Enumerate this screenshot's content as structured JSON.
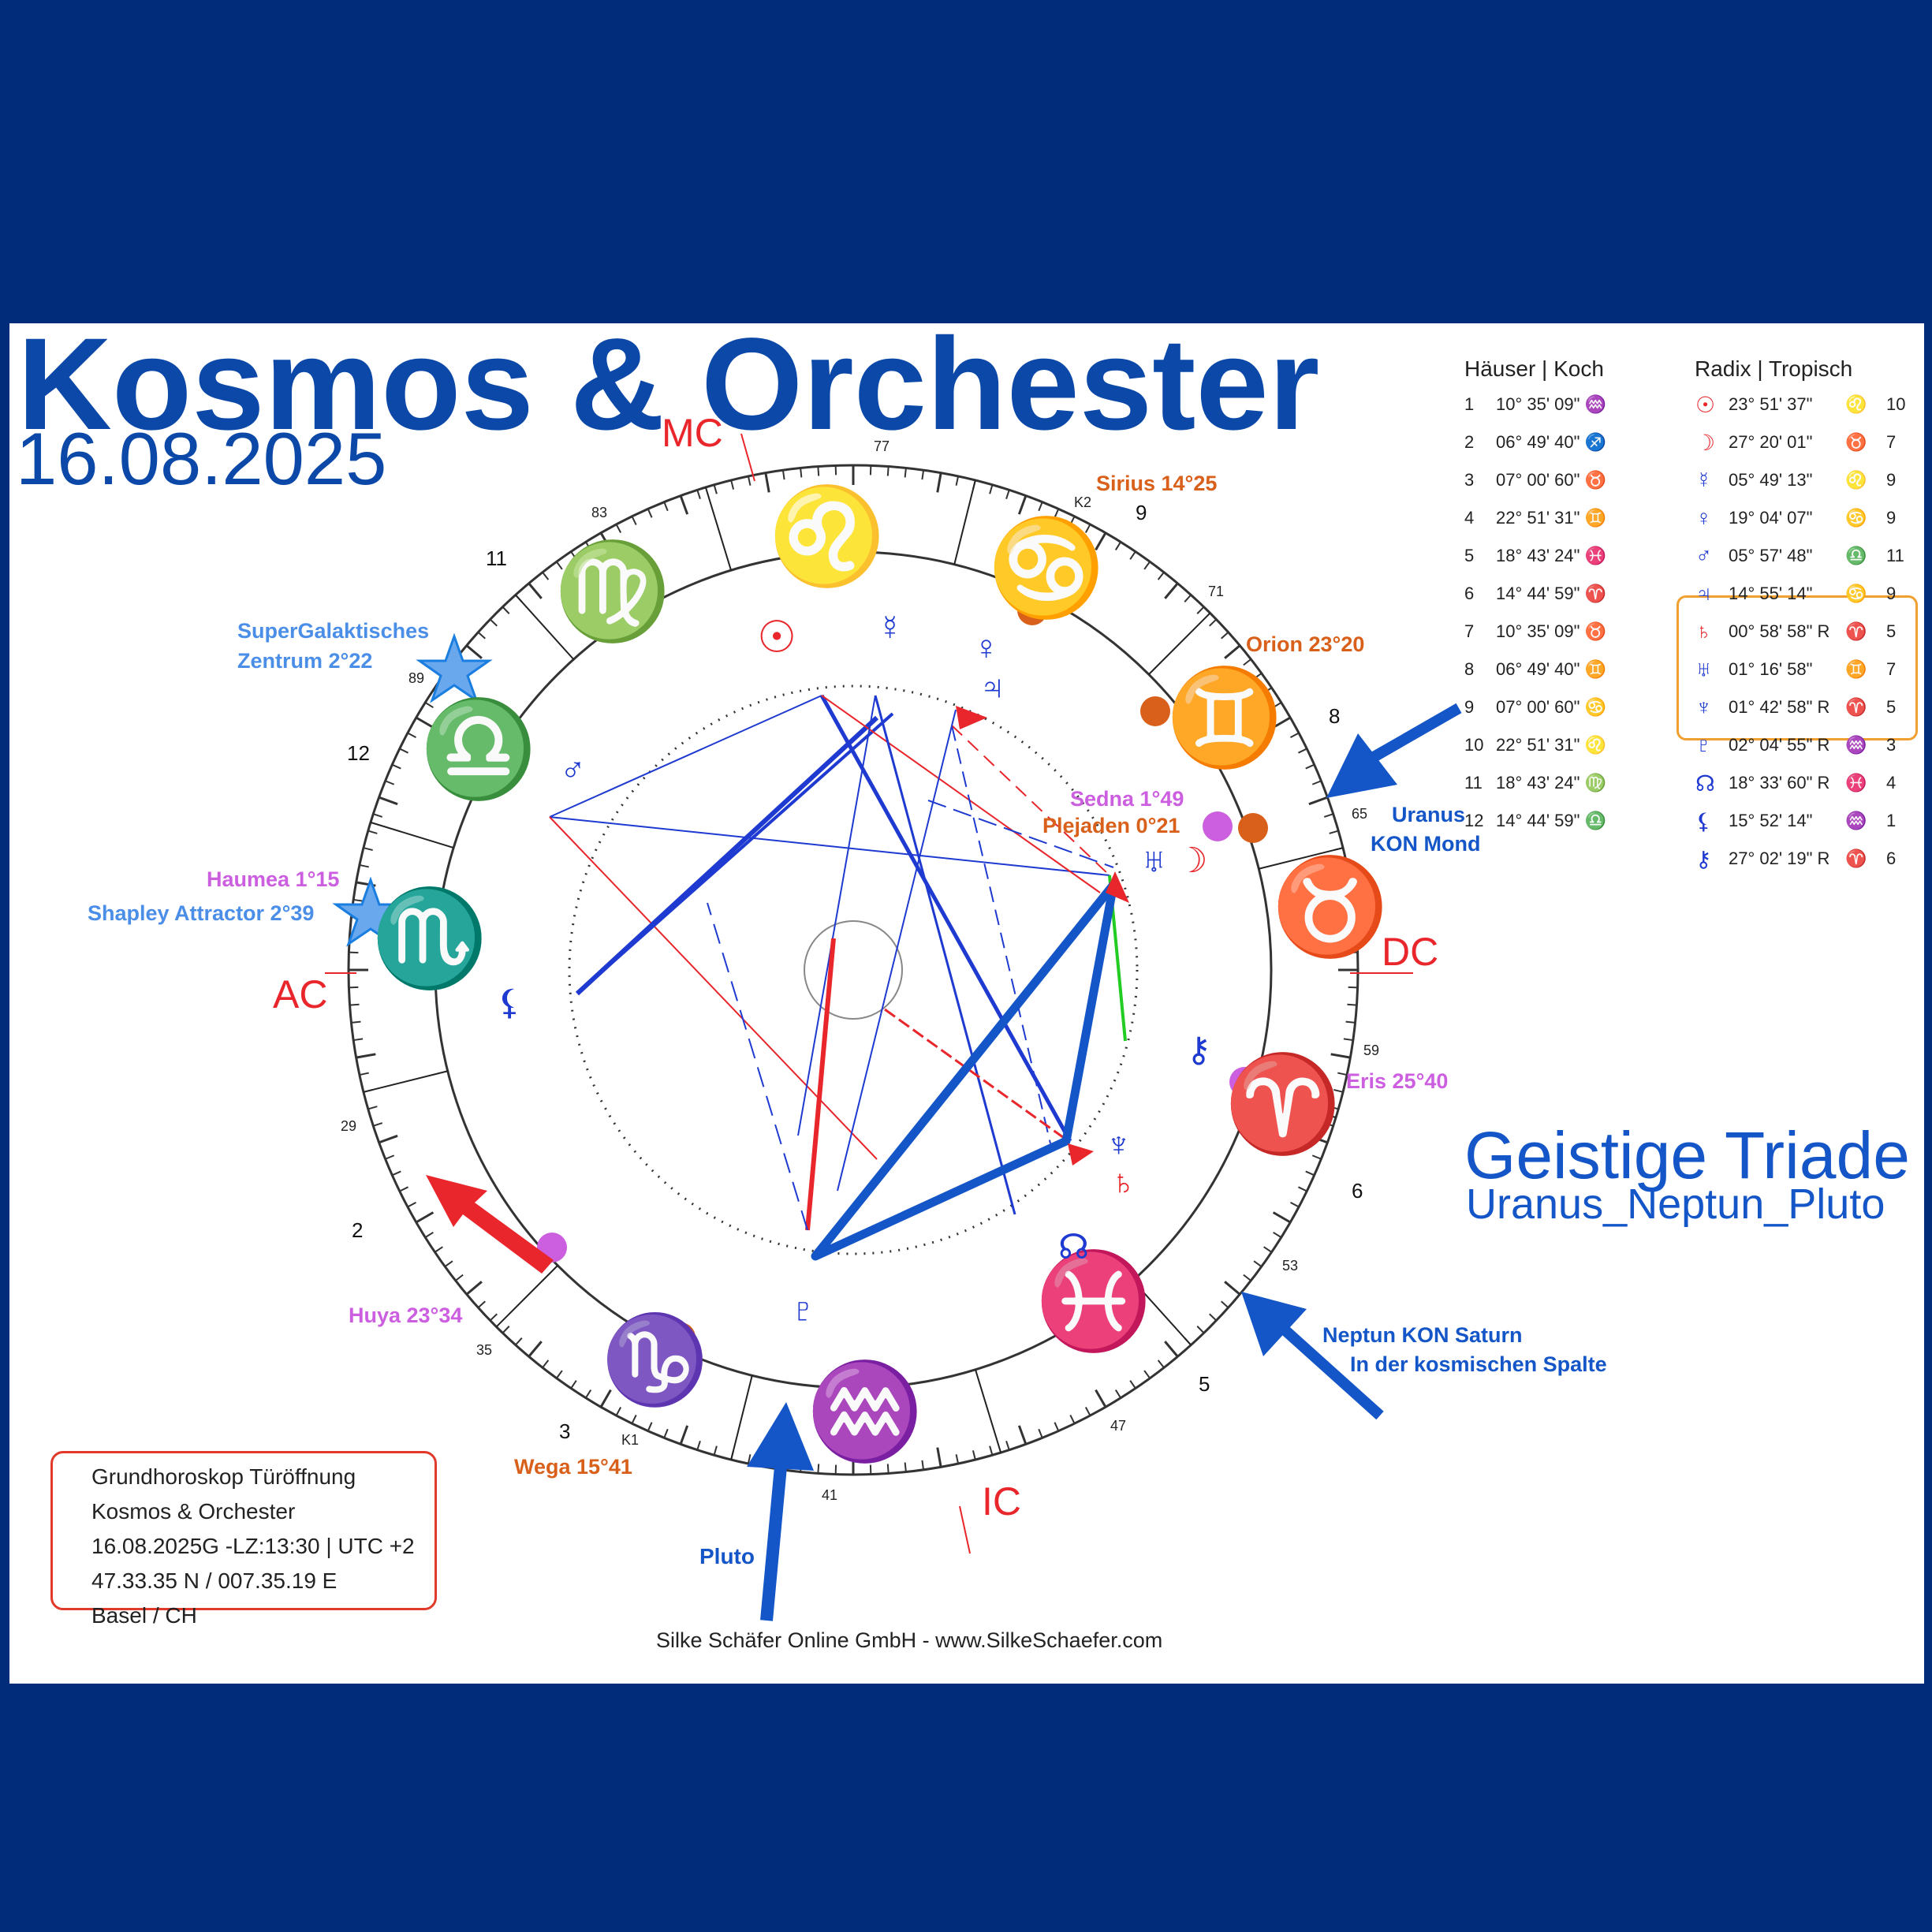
{
  "title": "Kosmos & Orchester",
  "date": "16.08.2025",
  "triad": {
    "title": "Geistige Triade",
    "subtitle": "Uranus_Neptun_Pluto"
  },
  "info_box": [
    "Grundhoroskop  Türöffnung",
    "Kosmos & Orchester",
    "16.08.2025G -LZ:13:30 | UTC +2",
    "47.33.35 N / 007.35.19 E",
    "Basel / CH"
  ],
  "footer": "Silke Schäfer Online GmbH - www.SilkeSchaefer.com",
  "houses_table": {
    "header": "Häuser | Koch",
    "rows": [
      {
        "n": "1",
        "pos": "10° 35' 09\"",
        "sign": "♒"
      },
      {
        "n": "2",
        "pos": "06° 49' 40\"",
        "sign": "♐"
      },
      {
        "n": "3",
        "pos": "07° 00' 60\"",
        "sign": "♉"
      },
      {
        "n": "4",
        "pos": "22° 51' 31\"",
        "sign": "♊"
      },
      {
        "n": "5",
        "pos": "18° 43' 24\"",
        "sign": "♓"
      },
      {
        "n": "6",
        "pos": "14° 44' 59\"",
        "sign": "♈"
      },
      {
        "n": "7",
        "pos": "10° 35' 09\"",
        "sign": "♉"
      },
      {
        "n": "8",
        "pos": "06° 49' 40\"",
        "sign": "♊"
      },
      {
        "n": "9",
        "pos": "07° 00' 60\"",
        "sign": "♋"
      },
      {
        "n": "10",
        "pos": "22° 51' 31\"",
        "sign": "♌"
      },
      {
        "n": "11",
        "pos": "18° 43' 24\"",
        "sign": "♍"
      },
      {
        "n": "12",
        "pos": "14° 44' 59\"",
        "sign": "♎"
      }
    ]
  },
  "radix_table": {
    "header": "Radix | Tropisch",
    "rows": [
      {
        "glyph": "☉",
        "pos": "23° 51' 37\"",
        "sign": "♌",
        "house": "10"
      },
      {
        "glyph": "☽",
        "pos": "27° 20' 01\"",
        "sign": "♉",
        "house": "7"
      },
      {
        "glyph": "☿",
        "pos": "05° 49' 13\"",
        "sign": "♌",
        "house": "9"
      },
      {
        "glyph": "♀",
        "pos": "19° 04' 07\"",
        "sign": "♋",
        "house": "9"
      },
      {
        "glyph": "♂",
        "pos": "05° 57' 48\"",
        "sign": "♎",
        "house": "11"
      },
      {
        "glyph": "♃",
        "pos": "14° 55' 14\"",
        "sign": "♋",
        "house": "9"
      },
      {
        "glyph": "♄",
        "pos": "00° 58' 58\" R",
        "sign": "♈",
        "house": "5"
      },
      {
        "glyph": "♅",
        "pos": "01° 16' 58\"",
        "sign": "♊",
        "house": "7"
      },
      {
        "glyph": "♆",
        "pos": "01° 42' 58\" R",
        "sign": "♈",
        "house": "5"
      },
      {
        "glyph": "♇",
        "pos": "02° 04' 55\" R",
        "sign": "♒",
        "house": "3"
      },
      {
        "glyph": "☊",
        "pos": "18° 33' 60\" R",
        "sign": "♓",
        "house": "4"
      },
      {
        "glyph": "⚸",
        "pos": "15° 52' 14\"",
        "sign": "♒",
        "house": "1"
      },
      {
        "glyph": "⚷",
        "pos": "27° 02' 19\" R",
        "sign": "♈",
        "house": "6"
      }
    ]
  },
  "angles": {
    "mc": "MC",
    "ic": "IC",
    "ac": "AC",
    "dc": "DC"
  },
  "house_numbers": [
    "11",
    "9",
    "12",
    "8",
    "2",
    "6",
    "3",
    "5"
  ],
  "degree_labels": [
    "77",
    "83",
    "71",
    "89",
    "65",
    "59",
    "29",
    "53",
    "35",
    "47",
    "41"
  ],
  "k_labels": [
    "K2",
    "K1"
  ],
  "fixed_stars": [
    {
      "label": "Sirius 14°25",
      "color": "#d9601a"
    },
    {
      "label": "Orion 23°20",
      "color": "#d9601a"
    },
    {
      "label": "Plejaden 0°21",
      "color": "#d9601a"
    },
    {
      "label": "Wega 15°41",
      "color": "#d9601a"
    },
    {
      "label": "Sedna 1°49",
      "color": "#cc5ee0"
    },
    {
      "label": "Haumea 1°15",
      "color": "#cc5ee0"
    },
    {
      "label": "Eris 25°40",
      "color": "#cc5ee0"
    },
    {
      "label": "Huya 23°34",
      "color": "#cc5ee0"
    },
    {
      "label": "SuperGalaktisches",
      "color": "#4a8ee8"
    },
    {
      "label": "Zentrum 2°22",
      "color": "#4a8ee8"
    },
    {
      "label": "Shapley Attractor 2°39",
      "color": "#4a8ee8"
    }
  ],
  "annotations": {
    "uranus_line1": "Uranus",
    "uranus_line2": "KON Mond",
    "neptun_line1": "Neptun KON Saturn",
    "neptun_line2": "In der kosmischen Spalte",
    "pluto": "Pluto"
  },
  "colors": {
    "brand": "#0b48a8",
    "frame": "#002c7a",
    "angles": "#e8262b",
    "triad": "#1456c8"
  }
}
